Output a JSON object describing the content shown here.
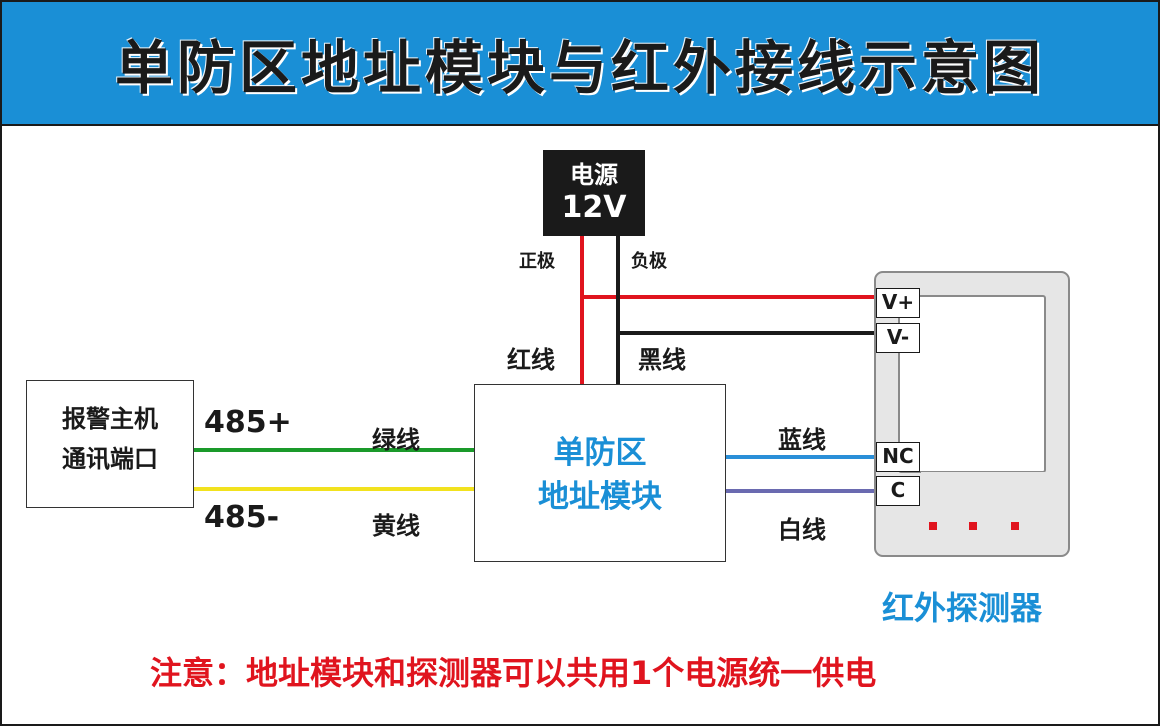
{
  "title": "单防区地址模块与红外接线示意图",
  "power": {
    "line1": "电源",
    "line2": "12V",
    "positive": "正极",
    "negative": "负极"
  },
  "host": {
    "line1": "报警主机",
    "line2": "通讯端口"
  },
  "module": {
    "line1": "单防区",
    "line2": "地址模块"
  },
  "wires": {
    "red": "红线",
    "black": "黑线",
    "green": "绿线",
    "yellow": "黄线",
    "blue": "蓝线",
    "white": "白线",
    "rs485_plus": "485+",
    "rs485_minus": "485-"
  },
  "detector": {
    "terminals": [
      "V+",
      "V-",
      "NC",
      "C"
    ],
    "label": "红外探测器"
  },
  "note": "注意：地址模块和探测器可以共用1个电源统一供电",
  "colors": {
    "header_bg": "#1a8fd6",
    "red_wire": "#e0141e",
    "black_wire": "#1a1a1a",
    "green_wire": "#1a9a2a",
    "yellow_wire": "#f2e21e",
    "blue_wire": "#2a8fd8",
    "white_wire": "#6a6ab0",
    "accent_blue": "#1a8fd6",
    "note_red": "#e0141e"
  }
}
